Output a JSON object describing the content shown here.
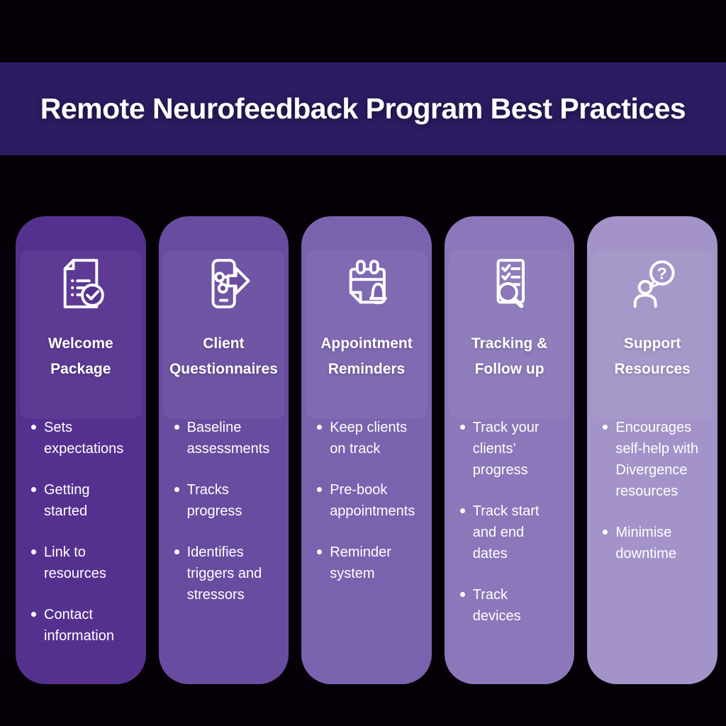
{
  "colors": {
    "background": "#060108",
    "band": "#2c1c63",
    "text": "#ffffff"
  },
  "header": {
    "title": "Remote Neurofeedback Program Best Practices"
  },
  "cards": [
    {
      "id": "welcome-package",
      "icon": "document-checklist-check-icon",
      "color": "#55318f",
      "heading": "Welcome Package",
      "bullets": [
        "Sets expectations",
        "Getting started",
        "Link to resources",
        "Contact information"
      ]
    },
    {
      "id": "client-questionnaires",
      "icon": "phone-survey-arrow-icon",
      "color": "#684ca0",
      "heading": "Client Questionnaires",
      "bullets": [
        "Baseline assessments",
        "Tracks progress",
        "Identifies triggers and stressors"
      ]
    },
    {
      "id": "appointment-reminders",
      "icon": "calendar-bell-icon",
      "color": "#7a63ae",
      "heading": "Appointment Reminders",
      "bullets": [
        "Keep clients on track",
        "Pre-book appointments",
        "Reminder system"
      ]
    },
    {
      "id": "tracking-follow-up",
      "icon": "checklist-magnifier-icon",
      "color": "#8b77b9",
      "heading": "Tracking & Follow up",
      "bullets": [
        "Track your clients’ progress",
        "Track start and end dates",
        "Track devices"
      ]
    },
    {
      "id": "support-resources",
      "icon": "person-question-bubble-icon",
      "color": "#a393c8",
      "heading": "Support Resources",
      "bullets": [
        "Encourages self-help with Divergence resources",
        "Minimise downtime"
      ]
    }
  ]
}
